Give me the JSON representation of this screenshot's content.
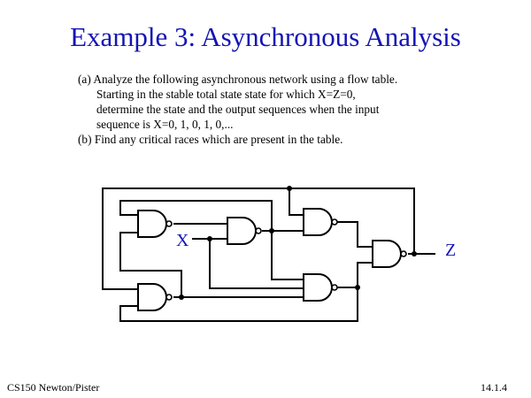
{
  "slide": {
    "title": "Example 3: Asynchronous Analysis",
    "question_a": {
      "label": "(a)",
      "lines": [
        "Analyze the following asynchronous network using a flow table.",
        "Starting in the stable total state state for which X=Z=0,",
        "determine the state and the output sequences when the input",
        "sequence is X=0, 1, 0, 1, 0,..."
      ]
    },
    "question_b": {
      "label": "(b)",
      "text": "Find any critical races which are present in the table."
    },
    "circuit": {
      "input_label": "X",
      "output_label": "Z",
      "gate_type": "NAND",
      "gate_count": 6
    },
    "footer": {
      "left": "CS150 Newton/Pister",
      "right": "14.1.4"
    }
  }
}
